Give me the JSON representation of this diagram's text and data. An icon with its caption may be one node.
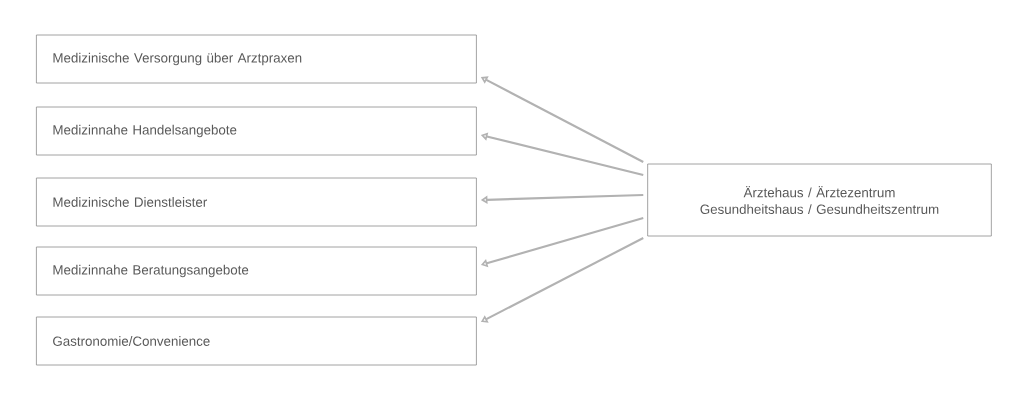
{
  "diagram": {
    "nodes": [
      {
        "text": [
          "Medizinische Versorgung über Arztpraxen"
        ]
      },
      {
        "text": [
          "Medizinnahe Handelsangebote"
        ]
      },
      {
        "text": [
          "Medizinische Dienstleister"
        ]
      },
      {
        "text": [
          "Medizinnahe Beratungsangebote"
        ]
      },
      {
        "text": [
          "Gastronomie/Convenience"
        ]
      },
      {
        "text": [
          "Ärztehaus / Ärztezentrum Gesundheitshaus / Gesundheitszentrum"
        ]
      }
    ],
    "edges": [
      {
        "from": 5,
        "to": 0,
        "arrow": "to"
      },
      {
        "from": 5,
        "to": 1,
        "arrow": "to"
      },
      {
        "from": 5,
        "to": 2,
        "arrow": "to"
      },
      {
        "from": 5,
        "to": 3,
        "arrow": "to"
      },
      {
        "from": 5,
        "to": 4,
        "arrow": "to"
      }
    ]
  }
}
